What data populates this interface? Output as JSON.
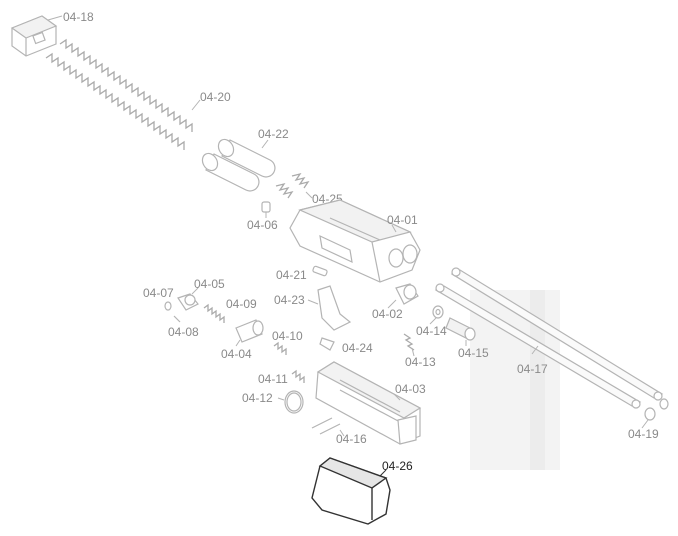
{
  "labels": {
    "p0418": "04-18",
    "p0420": "04-20",
    "p0422": "04-22",
    "p0425": "04-25",
    "p0406": "04-06",
    "p0401": "04-01",
    "p0421": "04-21",
    "p0423": "04-23",
    "p0402": "04-02",
    "p0414": "04-14",
    "p0407": "04-07",
    "p0405": "04-05",
    "p0409": "04-09",
    "p0408": "04-08",
    "p0404": "04-04",
    "p0410": "04-10",
    "p0424": "04-24",
    "p0413": "04-13",
    "p0415": "04-15",
    "p0417": "04-17",
    "p0411": "04-11",
    "p0412": "04-12",
    "p0403": "04-03",
    "p0416": "04-16",
    "p0419": "04-19",
    "p0426": "04-26"
  },
  "highlighted_part": "04-26"
}
